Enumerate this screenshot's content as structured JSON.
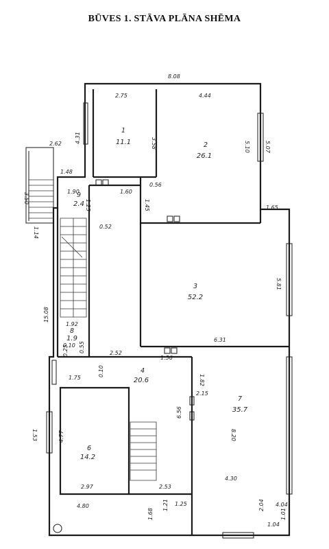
{
  "title": "BŪVES 1. STĀVA PLĀNA SHĒMA",
  "rooms": [
    {
      "id": "r1",
      "number": "1",
      "area": "11.1"
    },
    {
      "id": "r2",
      "number": "2",
      "area": "26.1"
    },
    {
      "id": "r3",
      "number": "3",
      "area": "52.2"
    },
    {
      "id": "r4",
      "number": "4",
      "area": "20.6"
    },
    {
      "id": "r6",
      "number": "6",
      "area": "14.2"
    },
    {
      "id": "r7",
      "number": "7",
      "area": "35.7"
    },
    {
      "id": "r9",
      "number": "9",
      "area": "2.4"
    },
    {
      "id": "r8",
      "number": "8",
      "area": "1.9"
    }
  ],
  "dimensions": [
    "8.08",
    "2.75",
    "4.44",
    "4.31",
    "3.58",
    "5.10",
    "5.07",
    "2.62",
    "3.50",
    "1.48",
    "1.90",
    "1.60",
    "0.56",
    "1.45",
    "1.65",
    "1.14",
    "1.25",
    "0.52",
    "5.81",
    "15.08",
    "1.92",
    "0.10",
    "0.25",
    "0.55",
    "2.52",
    "6.31",
    "1.56",
    "1.82",
    "1.75",
    "0.10",
    "2.15",
    "1.53",
    "4.77",
    "6.56",
    "8.20",
    "2.97",
    "2.53",
    "4.30",
    "4.80",
    "1.25",
    "1.21",
    "1.68",
    "2.04",
    "4.04",
    "1.04",
    "1.01"
  ]
}
